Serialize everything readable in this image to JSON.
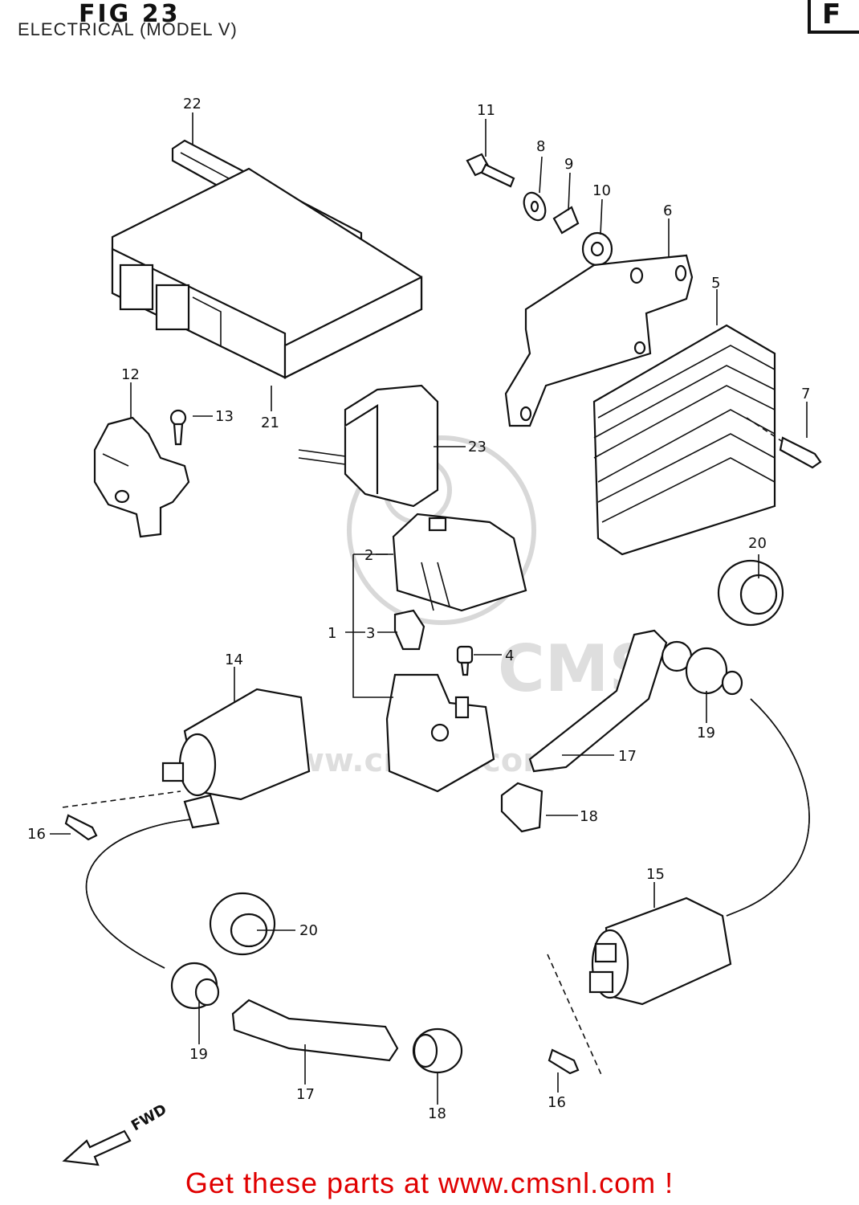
{
  "header": {
    "fig_title": "FIG 23",
    "subtitle": "ELECTRICAL (MODEL V)",
    "corner_letter": "F"
  },
  "watermark": {
    "brand": "CMS",
    "url": "www.cmsnl.com"
  },
  "diagram": {
    "direction_label": "FWD",
    "callouts": {
      "c1": "1",
      "c2": "2",
      "c3": "3",
      "c4": "4",
      "c5": "5",
      "c6": "6",
      "c7": "7",
      "c8": "8",
      "c9": "9",
      "c10": "10",
      "c11": "11",
      "c12": "12",
      "c13": "13",
      "c14": "14",
      "c15": "15",
      "c16a": "16",
      "c16b": "16",
      "c17a": "17",
      "c17b": "17",
      "c18a": "18",
      "c18b": "18",
      "c19a": "19",
      "c19b": "19",
      "c20a": "20",
      "c20b": "20",
      "c21": "21",
      "c22": "22",
      "c23": "23"
    }
  },
  "footer": {
    "text": "Get these parts at www.cmsnl.com !",
    "color": "#e00000"
  }
}
